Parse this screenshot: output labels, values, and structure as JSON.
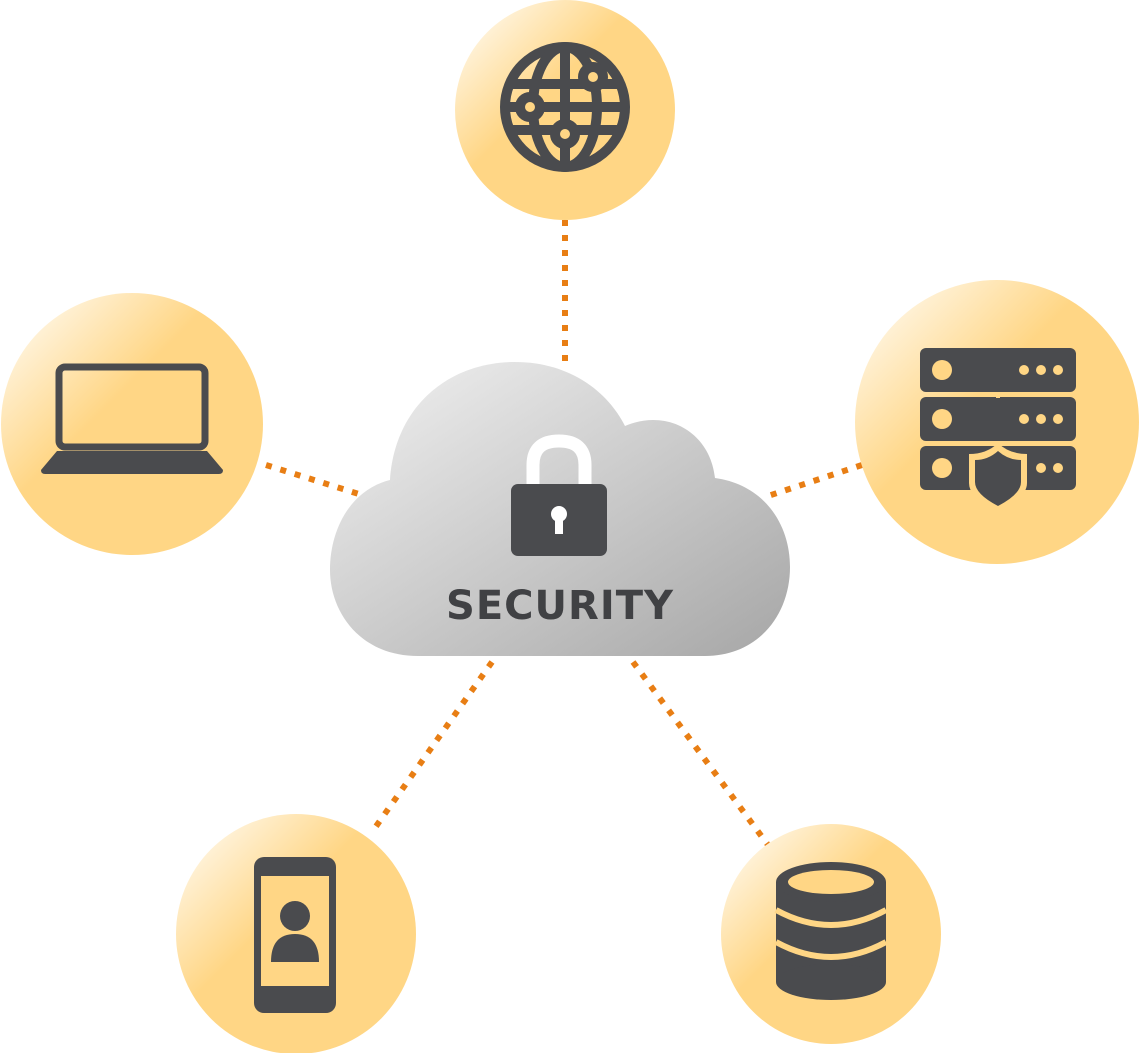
{
  "center": {
    "label": "SECURITY",
    "icon": "padlock-icon"
  },
  "nodes": [
    {
      "id": "network",
      "icon": "globe-network-icon"
    },
    {
      "id": "laptop",
      "icon": "laptop-icon"
    },
    {
      "id": "server",
      "icon": "server-shield-icon"
    },
    {
      "id": "mobile",
      "icon": "smartphone-user-icon"
    },
    {
      "id": "database",
      "icon": "database-icon"
    }
  ],
  "colors": {
    "node_fill": "#ffd685",
    "node_highlight": "#ffffff",
    "connector": "#e87e14",
    "icon": "#4a4b4e",
    "cloud_light": "#f0f0f0",
    "cloud_dark": "#a9a9a9",
    "text": "#404144"
  }
}
